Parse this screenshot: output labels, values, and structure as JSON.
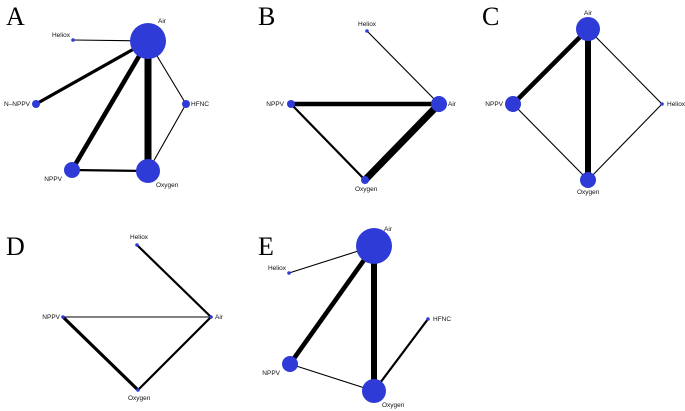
{
  "colors": {
    "node": "#2f3bd6",
    "edge": "#000000",
    "background": "#ffffff"
  },
  "panels": [
    {
      "letter": "A",
      "nodes": [
        {
          "id": "air",
          "label": "Air",
          "size": 5
        },
        {
          "id": "heliox",
          "label": "Heliox",
          "size": 1
        },
        {
          "id": "nnppv",
          "label": "N–NPPV",
          "size": 2
        },
        {
          "id": "hfnc",
          "label": "HFNC",
          "size": 2
        },
        {
          "id": "nppv",
          "label": "NPPV",
          "size": 3
        },
        {
          "id": "oxygen",
          "label": "Oxygen",
          "size": 4
        }
      ],
      "edges": [
        {
          "from": "air",
          "to": "heliox",
          "weight": 1
        },
        {
          "from": "air",
          "to": "nnppv",
          "weight": 3
        },
        {
          "from": "air",
          "to": "hfnc",
          "weight": 1
        },
        {
          "from": "air",
          "to": "nppv",
          "weight": 4
        },
        {
          "from": "air",
          "to": "oxygen",
          "weight": 6
        },
        {
          "from": "nppv",
          "to": "oxygen",
          "weight": 2
        },
        {
          "from": "oxygen",
          "to": "hfnc",
          "weight": 1
        }
      ]
    },
    {
      "letter": "B",
      "nodes": [
        {
          "id": "heliox",
          "label": "Heliox",
          "size": 1
        },
        {
          "id": "nppv",
          "label": "NPPV",
          "size": 2
        },
        {
          "id": "air",
          "label": "Air",
          "size": 3
        },
        {
          "id": "oxygen",
          "label": "Oxygen",
          "size": 2
        }
      ],
      "edges": [
        {
          "from": "heliox",
          "to": "air",
          "weight": 1
        },
        {
          "from": "nppv",
          "to": "air",
          "weight": 4
        },
        {
          "from": "nppv",
          "to": "oxygen",
          "weight": 2
        },
        {
          "from": "air",
          "to": "oxygen",
          "weight": 6
        }
      ]
    },
    {
      "letter": "C",
      "nodes": [
        {
          "id": "air",
          "label": "Air",
          "size": 4
        },
        {
          "id": "nppv",
          "label": "NPPV",
          "size": 3
        },
        {
          "id": "heliox",
          "label": "Heliox",
          "size": 1
        },
        {
          "id": "oxygen",
          "label": "Oxygen",
          "size": 3
        }
      ],
      "edges": [
        {
          "from": "air",
          "to": "nppv",
          "weight": 4
        },
        {
          "from": "air",
          "to": "oxygen",
          "weight": 5
        },
        {
          "from": "air",
          "to": "heliox",
          "weight": 1
        },
        {
          "from": "nppv",
          "to": "oxygen",
          "weight": 1
        },
        {
          "from": "heliox",
          "to": "oxygen",
          "weight": 1
        }
      ]
    },
    {
      "letter": "D",
      "nodes": [
        {
          "id": "heliox",
          "label": "Heliox",
          "size": 1
        },
        {
          "id": "nppv",
          "label": "NPPV",
          "size": 1
        },
        {
          "id": "air",
          "label": "Air",
          "size": 1
        },
        {
          "id": "oxygen",
          "label": "Oxygen",
          "size": 1
        }
      ],
      "edges": [
        {
          "from": "heliox",
          "to": "air",
          "weight": 2
        },
        {
          "from": "nppv",
          "to": "air",
          "weight": 1
        },
        {
          "from": "nppv",
          "to": "oxygen",
          "weight": 3
        },
        {
          "from": "air",
          "to": "oxygen",
          "weight": 2
        }
      ]
    },
    {
      "letter": "E",
      "nodes": [
        {
          "id": "air",
          "label": "Air",
          "size": 5
        },
        {
          "id": "heliox",
          "label": "Heliox",
          "size": 1
        },
        {
          "id": "hfnc",
          "label": "HFNC",
          "size": 1
        },
        {
          "id": "nppv",
          "label": "NPPV",
          "size": 3
        },
        {
          "id": "oxygen",
          "label": "Oxygen",
          "size": 4
        }
      ],
      "edges": [
        {
          "from": "air",
          "to": "heliox",
          "weight": 1
        },
        {
          "from": "air",
          "to": "nppv",
          "weight": 4
        },
        {
          "from": "air",
          "to": "oxygen",
          "weight": 5
        },
        {
          "from": "nppv",
          "to": "oxygen",
          "weight": 1
        },
        {
          "from": "hfnc",
          "to": "oxygen",
          "weight": 2
        }
      ]
    }
  ]
}
